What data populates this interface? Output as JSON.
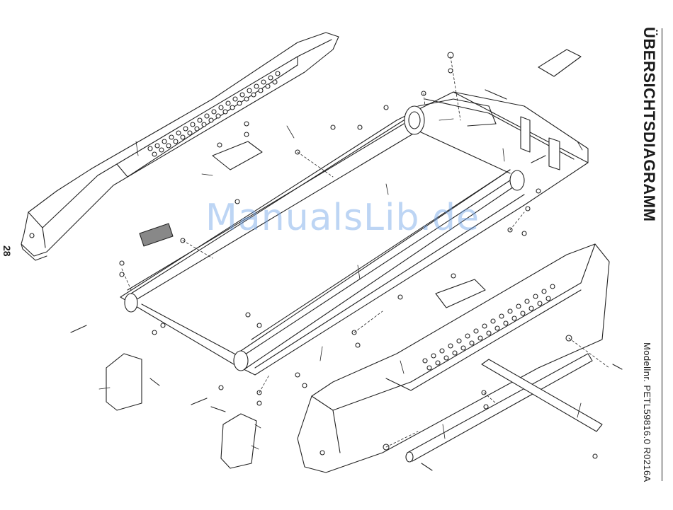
{
  "header": {
    "title": "ÜBERSICHTSDIAGRAMM"
  },
  "footer": {
    "model": "Modellnr. PETL59816.0 R0216A"
  },
  "page": {
    "number": "28"
  },
  "watermark": {
    "text": "ManualsLib.de",
    "color": "#6fa3e8"
  }
}
